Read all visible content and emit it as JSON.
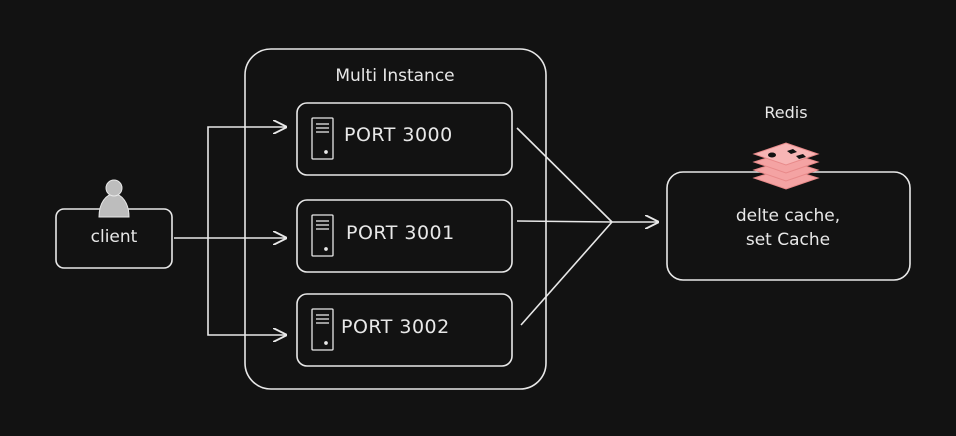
{
  "diagram": {
    "group": {
      "title": "Multi Instance"
    },
    "servers": [
      {
        "label": "PORT 3000"
      },
      {
        "label": "PORT 3001"
      },
      {
        "label": "PORT 3002"
      }
    ],
    "client": {
      "label": "client"
    },
    "redis": {
      "title": "Redis",
      "description_line1": "delte cache,",
      "description_line2": "set Cache"
    },
    "colors": {
      "background": "#121212",
      "stroke": "#e8e8e8",
      "redis_accent": "#f4a3a3"
    }
  }
}
